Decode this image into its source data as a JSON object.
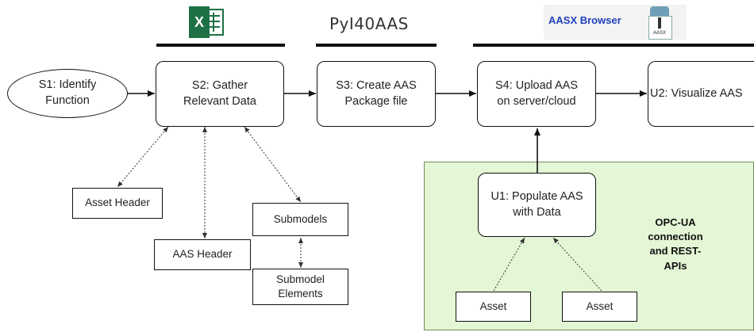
{
  "headers": {
    "excel_icon_letter": "X",
    "middle": "PyI40AAS",
    "aasx_browser": "AASX Browser",
    "aasx_icon_text": "AASX"
  },
  "nodes": {
    "s1": "S1: Identify\nFunction",
    "s2": "S2: Gather\nRelevant Data",
    "s3": "S3: Create AAS\nPackage file",
    "s4": "S4: Upload AAS\non server/cloud",
    "u2": "U2: Visualize AAS",
    "u1": "U1: Populate AAS\nwith Data",
    "asset_header": "Asset Header",
    "aas_header": "AAS Header",
    "submodels": "Submodels",
    "submodel_elements": "Submodel\nElements",
    "asset_1": "Asset",
    "asset_2": "Asset"
  },
  "note": "OPC-UA\nconnection\nand REST-\nAPIs",
  "colors": {
    "excel_green": "#1e7145",
    "aasx_blue": "#1f3fbf",
    "panel_green": "#e3f6d5"
  }
}
